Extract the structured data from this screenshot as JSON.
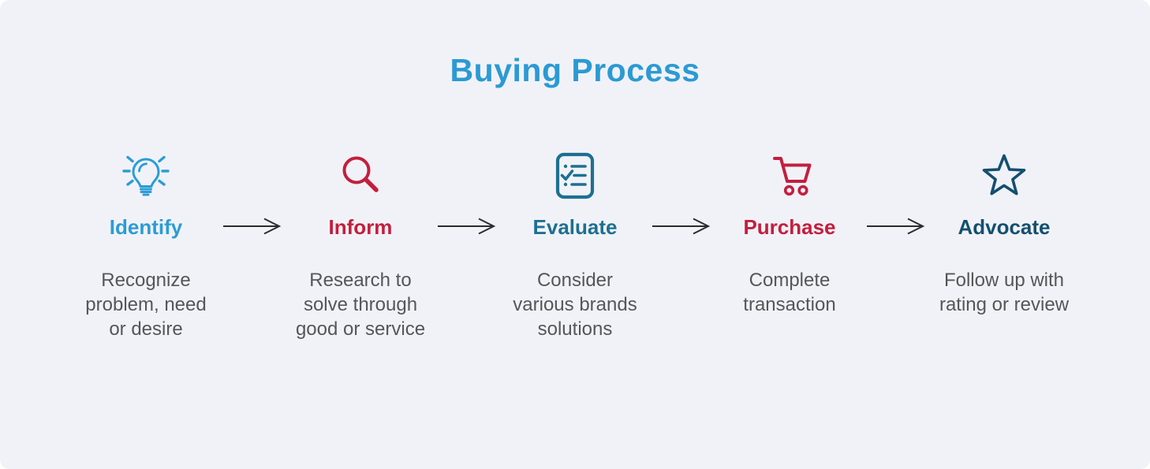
{
  "page": {
    "background_color": "#F1F2F7",
    "description_text_color": "#55565A"
  },
  "title": {
    "text": "Buying Process",
    "color": "#2B9AD4"
  },
  "steps": [
    {
      "label": "Identify",
      "icon": "lightbulb-icon",
      "color": "#2B9CD6",
      "description": "Recognize\nproblem, need\nor desire"
    },
    {
      "label": "Inform",
      "icon": "magnifier-icon",
      "color": "#C41E3E",
      "description": "Research to\nsolve through\ngood or service"
    },
    {
      "label": "Evaluate",
      "icon": "checklist-icon",
      "color": "#1D7091",
      "description": "Consider\nvarious brands\nsolutions"
    },
    {
      "label": "Purchase",
      "icon": "cart-icon",
      "color": "#C41E3E",
      "description": "Complete\ntransaction"
    },
    {
      "label": "Advocate",
      "icon": "star-icon",
      "color": "#134F70",
      "description": "Follow up with\nrating or review"
    }
  ],
  "arrow": {
    "icon": "arrow-right-icon",
    "color": "#2B2B30",
    "count": 4
  }
}
